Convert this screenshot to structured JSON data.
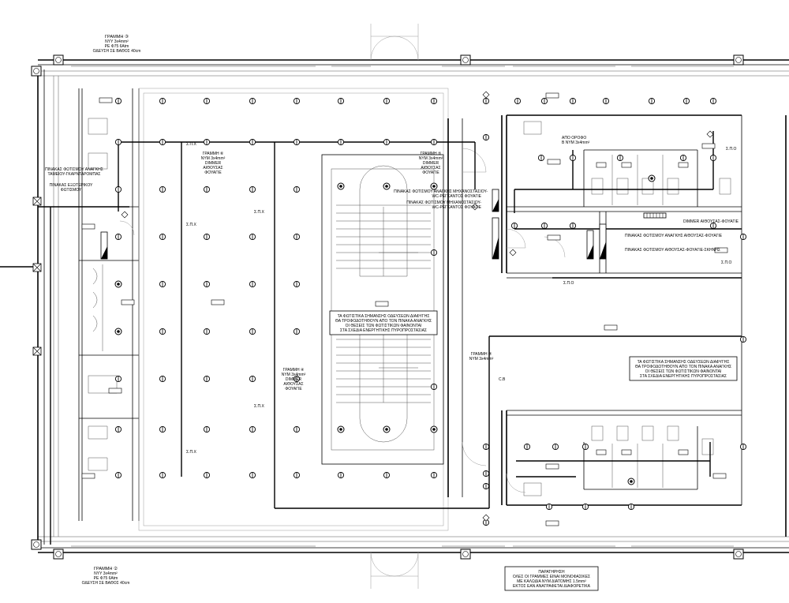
{
  "circuits": {
    "top_left": {
      "label": "ΓΡΑΜΜΗ ③",
      "line1": "ΝΥΥ 3x4mm²",
      "line2": "PE Φ75 6Atm",
      "line3": "ΟΔΕΥΣΗ ΣΕ ΒΑΘΟΣ 40cm"
    },
    "bottom_left": {
      "label": "ΓΡΑΜΜΗ ②",
      "line1": "ΝΥΥ 3x4mm²",
      "line2": "PE Φ75 6Atm",
      "line3": "ΟΔΕΥΣΗ ΣΕ ΒΑΘΟΣ 40cm"
    },
    "hall_upper": {
      "label": "ΓΡΑΜΜΗ ⑥",
      "line1": "ΝΥΜ 3x4mm²",
      "line2": "DIMMER",
      "line3": "ΑΙΘΟΥΣΑΣ",
      "line4": "ΦΟΥΑΓΙΕ"
    },
    "stair_upper": {
      "label": "ΓΡΑΜΜΗ ⑤",
      "line1": "ΝΥΜ 3x4mm²",
      "line2": "DIMMER",
      "line3": "ΑΙΘΟΥΣΑΣ",
      "line4": "ΦΟΥΑΓΙΕ"
    },
    "hall_lower": {
      "label": "ΓΡΑΜΜΗ ④",
      "line1": "ΝΥΜ 3x4mm²",
      "line2": "DIMMER",
      "line3": "ΑΙΘΟΥΣΑΣ",
      "line4": "ΦΟΥΑΓΙΕ"
    },
    "right_mid": {
      "label": "ΓΡΑΜΜΗ ⑦",
      "line1": "ΝΥΜ 3x4mm²"
    },
    "floor_above": {
      "line1": "ΑΠΟ ΟΡΟΦΟ",
      "line2": "Β ΝΥΜ 3x4mm²"
    }
  },
  "panels": {
    "lighting_ticket": {
      "line1": "ΠΙΝΑΚΑΣ ΦΩΤΙΣΜΟΥ ΑΝΑΓΚΗΣ",
      "line2": "ΤΑΜΕΙΟΥ-ΓΚΑΡΝΤΑΡΟΜΠΑΣ"
    },
    "outdoor": {
      "line1": "ΠΙΝΑΚΑΣ ΕΞΩΤΕΡΙΚΟΥ",
      "line2": "ΦΩΤΙΣΜΟΥ"
    },
    "emergency_mech": {
      "line1": "ΠΙΝΑΚΑΣ ΦΩΤΙΣΜΟΥ ΑΝΑΓΚΗΣ ΜΗΧΑΝΟΣΤΑΣΙΟΥ-",
      "line2": "WC-ΡΕΓΚΑΝΤΟΣ ΦΟΥΑΓΙΕ"
    },
    "normal_mech": {
      "line1": "ΠΙΝΑΚΑΣ ΦΩΤΙΣΜΟΥ ΜΗΧΑΝΟΣΤΑΣΙΟΥ-",
      "line2": "WC-ΡΕΓΚΑΝΤΟΣ ΦΟΥΑΓΙΕ"
    },
    "dimmer_hall": "DIMMER ΑΙΘΟΥΣΑΣ-ΦΟΥΑΓΙΕ",
    "emergency_hall": "ΠΙΝΑΚΑΣ ΦΩΤΙΣΜΟΥ ΑΝΑΓΚΗΣ ΑΙΘΟΥΣΑΣ-ΦΟΥΑΓΙΕ",
    "normal_hall": "ΠΙΝΑΚΑΣ ΦΩΤΙΣΜΟΥ ΑΙΘΟΥΣΑΣ-ΦΟΥΑΓΙΕ-ΣΚΗΝΗΣ"
  },
  "notes": {
    "stair_note": {
      "line1": "ΤΑ ΦΩΤΙΣΤΙΚΑ ΣΗΜΑΝΣΗΣ ΟΔΕΥΣΕΩΝ ΔΙΑΦΥΓΗΣ",
      "line2": "ΘΑ ΤΡΟΦΟΔΟΤΗΘΟΥΝ ΑΠΟ ΤΟΝ ΠΙΝΑΚΑ ΑΝΑΓΚΗΣ",
      "line3": "ΟΙ ΘΕΣΕΙΣ ΤΩΝ ΦΩΤΙΣΤΙΚΩΝ ΦΑΙΝΟΝΤΑΙ",
      "line4": "ΣΤΑ ΣΧΕΔΙΑ ΕΝΕΡΓΗΤΙΚΗΣ ΠΥΡΟΠΡΟΣΤΑΣΙΑΣ"
    },
    "hall_note": {
      "line1": "ΤΑ ΦΩΤΙΣΤΙΚΑ ΣΗΜΑΝΣΗΣ ΟΔΕΥΣΕΩΝ ΔΙΑΦΥΓΗΣ",
      "line2": "ΘΑ ΤΡΟΦΟΔΟΤΗΘΟΥΝ ΑΠΟ ΤΟΝ ΠΙΝΑΚΑ ΑΝΑΓΚΗΣ",
      "line3": "ΟΙ ΘΕΣΕΙΣ ΤΩΝ ΦΩΤΙΣΤΙΚΩΝ ΦΑΙΝΟΝΤΑΙ",
      "line4": "ΣΤΑ ΣΧΕΔΙΑ ΕΝΕΡΓΗΤΙΚΗΣ ΠΥΡΟΠΡΟΣΤΑΣΙΑΣ"
    },
    "remark": {
      "title": "ΠΑΡΑΤΗΡΗΣΗ",
      "line1": "ΟΛΕΣ ΟΙ ΓΡΑΜΜΕΣ ΕΙΝΑΙ ΜΟΝΟΦΑΣΙΚΕΣ",
      "line2": "ΜΕ ΚΑΛΩΔΙΑ ΝΥΜ ΔΙΑΤΟΜΗΣ 1.5mm²",
      "line3": "ΕΚΤΟΣ ΕΑΝ ΑΝΑΓΡΑΦΕΤΑΙ ΔΙΑΦΟΡΕΤΙΚΑ"
    }
  },
  "switch_label": "Σ.Π.Χ",
  "switch_label_alt": "Σ.Π.Ο",
  "cb_label": "C.B"
}
